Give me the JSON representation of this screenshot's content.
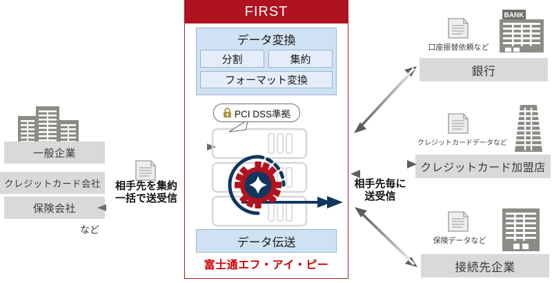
{
  "center": {
    "title": "FIRST",
    "conversion": {
      "title": "データ変換",
      "cells": [
        "分割",
        "集約"
      ],
      "format": "フォーマット変換"
    },
    "pci_badge": {
      "label": "PCI DSS準拠",
      "icon": "lock-icon",
      "icon_color": "#a89a3c"
    },
    "transmission": "データ伝送",
    "company": "富士通エフ・アイ・ピー",
    "accent_red": "#b0121f",
    "company_red": "#cc0000",
    "panel_blue": "#cfe2f3",
    "gear_red": "#b3121f",
    "gear_navy": "#10365f"
  },
  "left": {
    "building_icon": "office-buildings-icon",
    "items": [
      "一般企業",
      "クレジットカード会社",
      "保険会社"
    ],
    "etc": "など",
    "flow_caption_line1": "相手先を集約",
    "flow_caption_line2": "一括で送受信",
    "doc_icon": "document-icon",
    "label_bg": "#d9d9d9"
  },
  "right": {
    "flow_caption_line1": "相手先毎に",
    "flow_caption_line2": "送受信",
    "targets": [
      {
        "name": "銀行",
        "doc_caption": "口座振替依頼など",
        "building_icon": "bank-building-icon",
        "building_sign": "BANK",
        "doc_icon": "document-icon"
      },
      {
        "name": "クレジットカード加盟店",
        "doc_caption": "クレジットカードデータなど",
        "building_icon": "tower-building-icon",
        "doc_icon": "document-icon"
      },
      {
        "name": "接続先企業",
        "doc_caption": "保険データなど",
        "building_icon": "office-building-icon",
        "doc_icon": "document-icon"
      }
    ],
    "label_bg": "#d9d9d9"
  },
  "arrows": {
    "inbound_top": "arrow-right",
    "inbound_bottom": "arrow-left",
    "center_out": "arrow-right-navy",
    "bank_link": "double-arrow-diagonal-up",
    "credit_link": "double-arrow-horizontal",
    "partner_link": "double-arrow-diagonal-down"
  }
}
